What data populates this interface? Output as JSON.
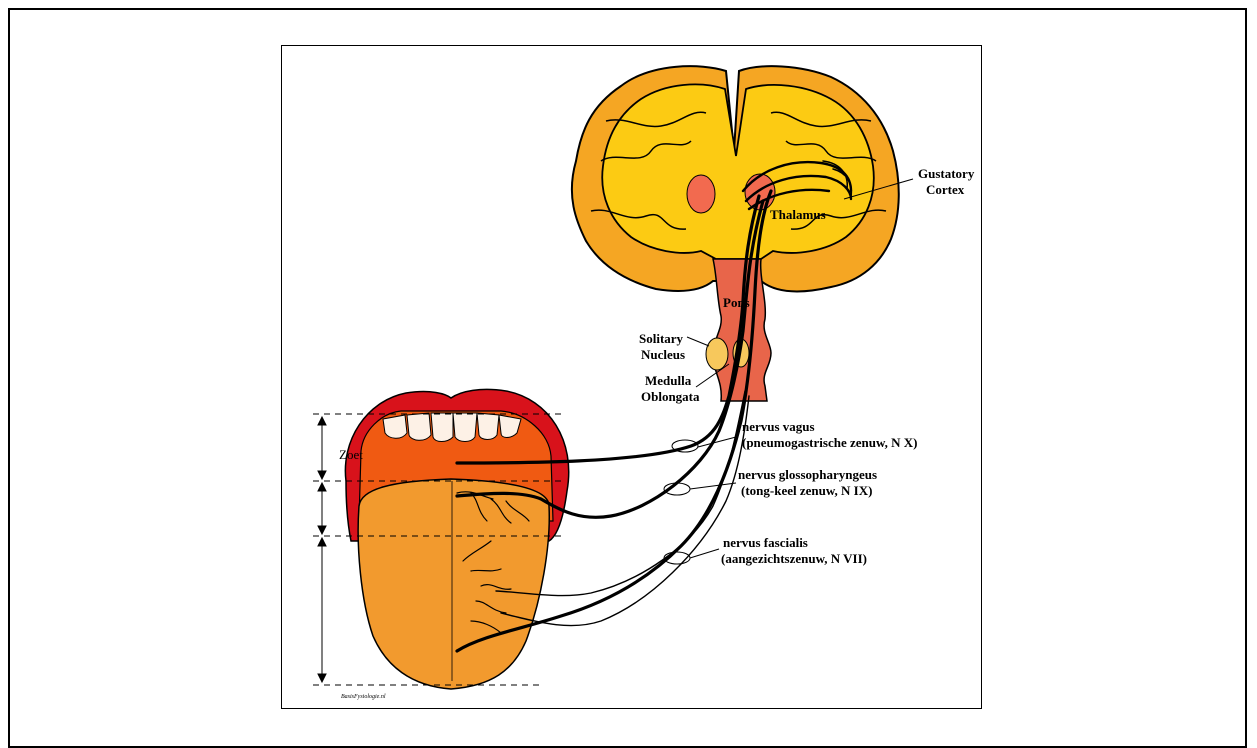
{
  "labels": {
    "gustatory_cortex_line1": "Gustatory",
    "gustatory_cortex_line2": "Cortex",
    "thalamus": "Thalamus",
    "pons": "Pons",
    "solitary_nucleus_line1": "Solitary",
    "solitary_nucleus_line2": "Nucleus",
    "medulla_line1": "Medulla",
    "medulla_line2": "Oblongata",
    "vagus_line1": "nervus vagus",
    "vagus_line2": "(pneumogastrische zenuw, N X)",
    "glosso_line1": "nervus glossopharyngeus",
    "glosso_line2": "(tong-keel zenuw, N IX)",
    "facialis_line1": "nervus fascialis",
    "facialis_line2": "(aangezichtszenuw, N VII)",
    "zone_top": "Zoet",
    "credit": "BasisFysiologie.nl"
  },
  "colors": {
    "cortex_outer": "#f5a623",
    "cortex_inner": "#fccb13",
    "thalamus": "#f26a4f",
    "brainstem": "#e8654a",
    "nucleus": "#f7c85c",
    "lips": "#d8121b",
    "mouth": "#f05a12",
    "tongue": "#f29a2e",
    "teeth": "#fdf1e6"
  }
}
